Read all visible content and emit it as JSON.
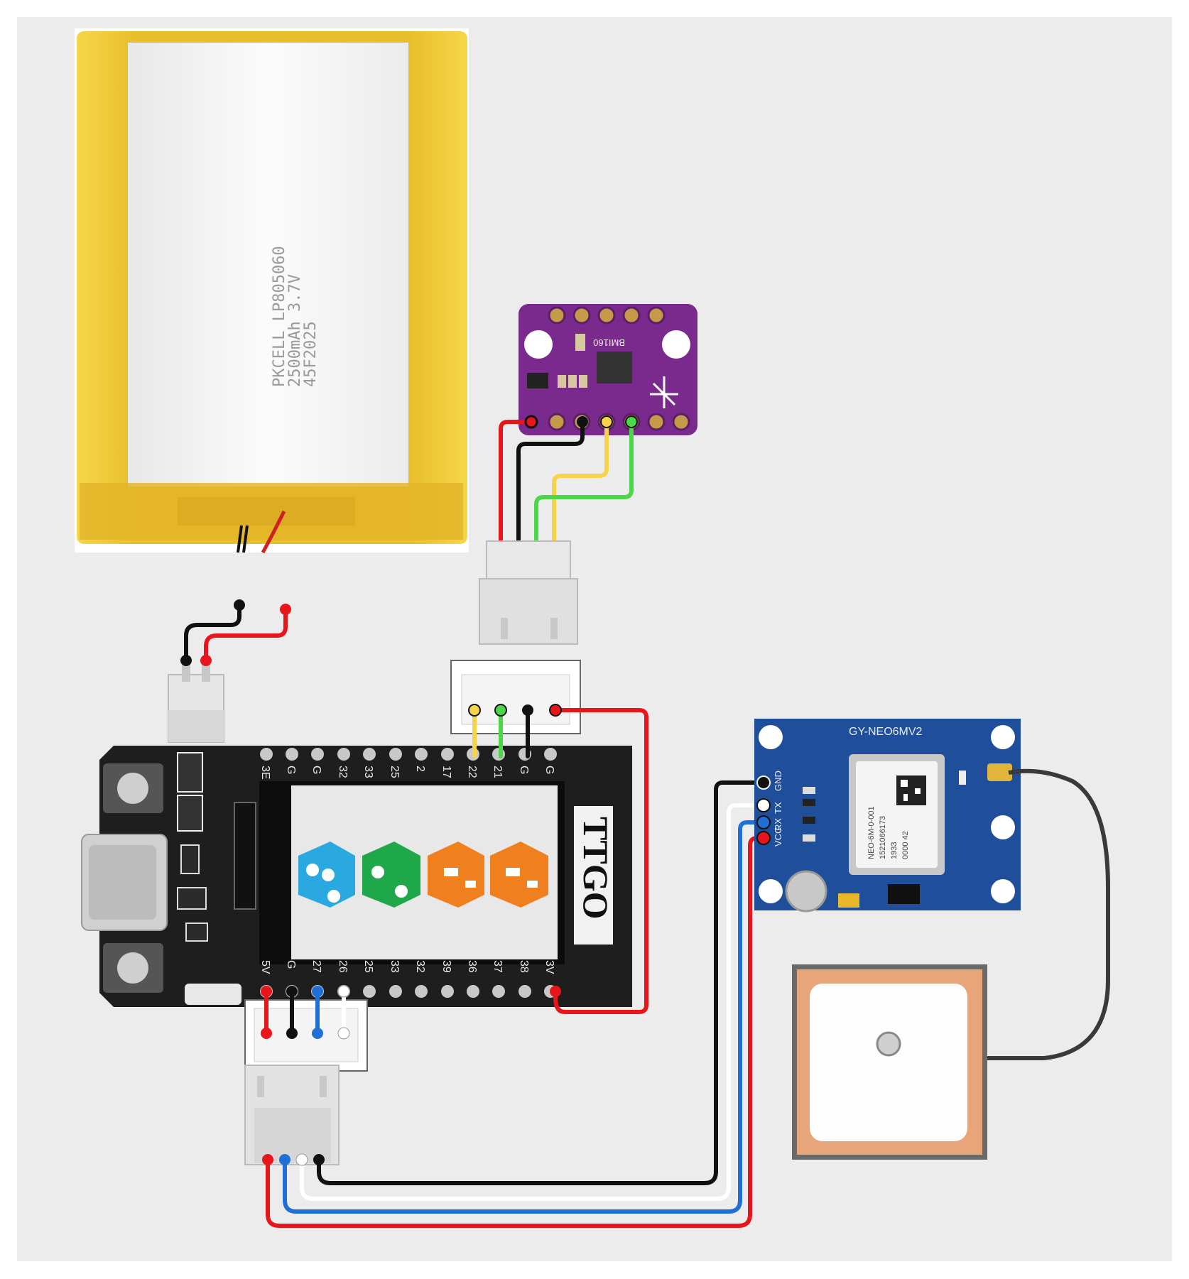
{
  "battery": {
    "line1": "PKCELL LP805060",
    "line2": "2500mAh 3.7V",
    "line3": "45F2025"
  },
  "imu": {
    "chip_label": "BMI160"
  },
  "gps": {
    "title": "GY-NEO6MV2",
    "pins": [
      "GND",
      "TX",
      "RX",
      "VCC"
    ],
    "module_lines": [
      "NEO-6M-0-001",
      "1521066173",
      "1933",
      "0000 42"
    ]
  },
  "ttgo": {
    "brand": "TTGO",
    "top_pins": [
      "3E",
      "G",
      "G",
      "32",
      "33",
      "25",
      "2",
      "17",
      "22",
      "21",
      "G",
      "G"
    ],
    "bottom_pins": [
      "5V",
      "G",
      "27",
      "26",
      "25",
      "33",
      "32",
      "39",
      "36",
      "37",
      "38",
      "3V"
    ]
  },
  "colors": {
    "background": "#ececec",
    "wire_red": "#e8151b",
    "wire_black": "#111111",
    "wire_yellow": "#f7d34a",
    "wire_green": "#4cd64a",
    "wire_blue": "#1f6fd6",
    "wire_white": "#ffffff",
    "wire_gray": "#3a3a3a",
    "imu_board": "#7a2a8c",
    "gps_board": "#1f4e9a",
    "battery_gold": "#e8c12e"
  }
}
